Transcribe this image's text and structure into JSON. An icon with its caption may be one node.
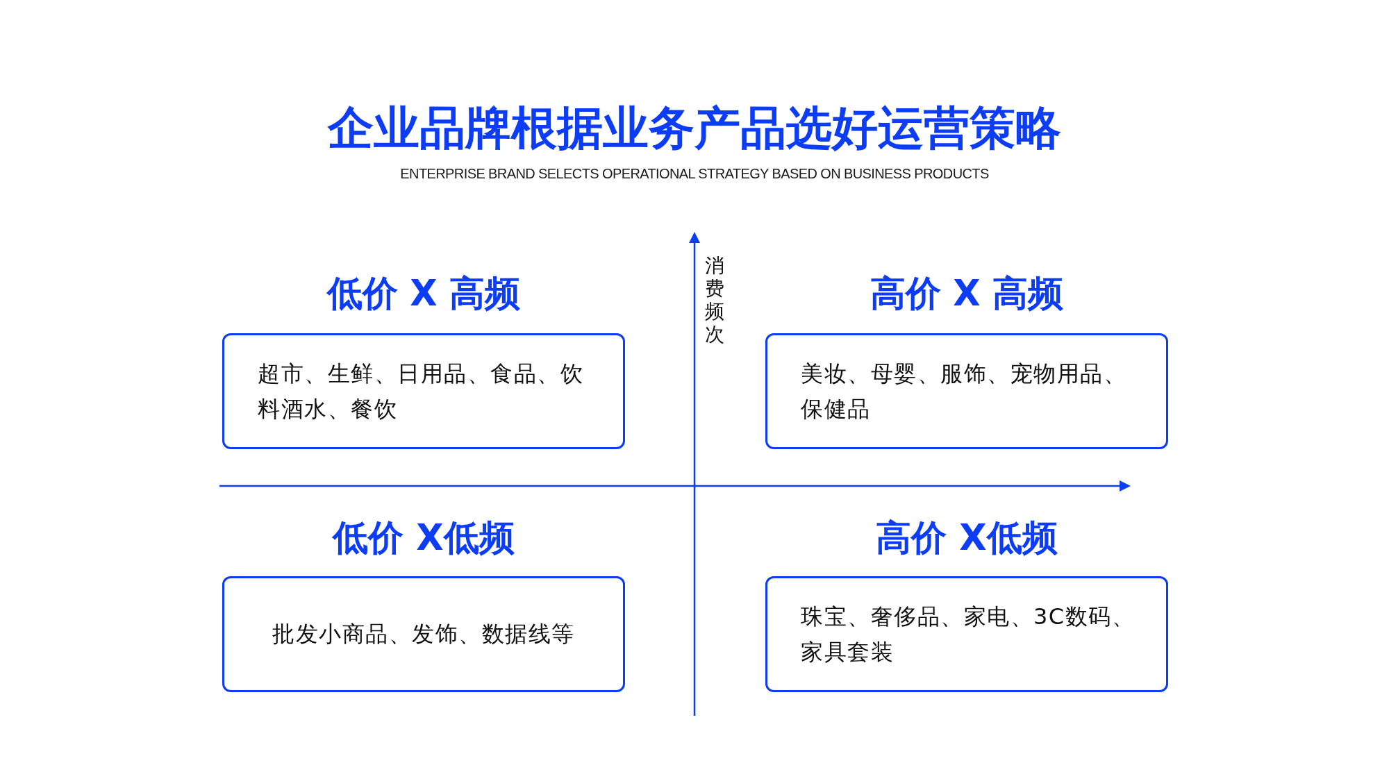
{
  "diagram": {
    "title": "企业品牌根据业务产品选好运营策略",
    "nodes": [
      {
        "text": [
          "低价 X 高频",
          "超市、生鲜、日用品、食品、饮料酒水、餐饮"
        ]
      },
      {
        "text": [
          "高价 X 高频",
          "美妆、母婴、服饰、宠物用品、保健品"
        ]
      },
      {
        "text": [
          "低价 X低频",
          "批发小商品、发饰、数据线等"
        ]
      },
      {
        "text": [
          "高价 X低频",
          "珠宝、奢侈品、家电、3C数码、家具套装"
        ]
      }
    ],
    "labels": [
      "ENTERPRISE BRAND SELECTS OPERATIONAL STRATEGY BASED ON BUSINESS PRODUCTS",
      "消费频次"
    ]
  }
}
